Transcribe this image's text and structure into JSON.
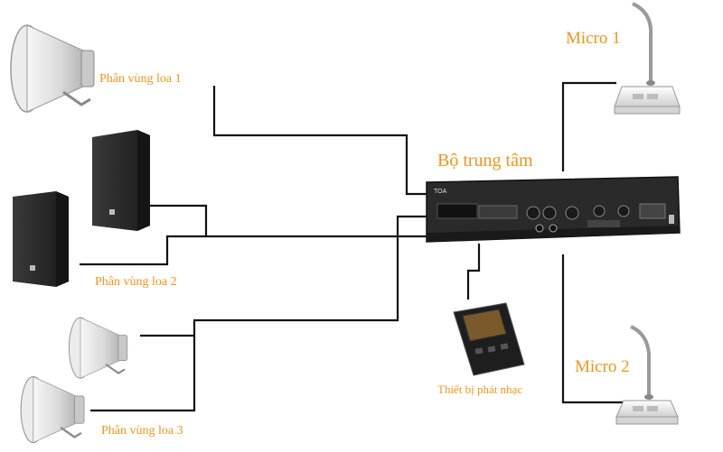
{
  "labels": {
    "zone1": "Phân vùng loa 1",
    "zone2": "Phân vùng loa 2",
    "zone3": "Phân vùng loa 3",
    "center": "Bộ trung tâm",
    "mic1": "Micro 1",
    "mic2": "Micro 2",
    "player": "Thiết bị phát nhạc"
  },
  "amplifier_brand": "TOA",
  "colors": {
    "label": "#f0951a",
    "wire": "#111111",
    "device_dark": "#2a2a2a",
    "horn_light": "#e8e8e8"
  },
  "icons": [
    "horn-speaker-icon",
    "wall-speaker-icon",
    "amplifier-icon",
    "desk-microphone-icon",
    "music-player-icon"
  ]
}
